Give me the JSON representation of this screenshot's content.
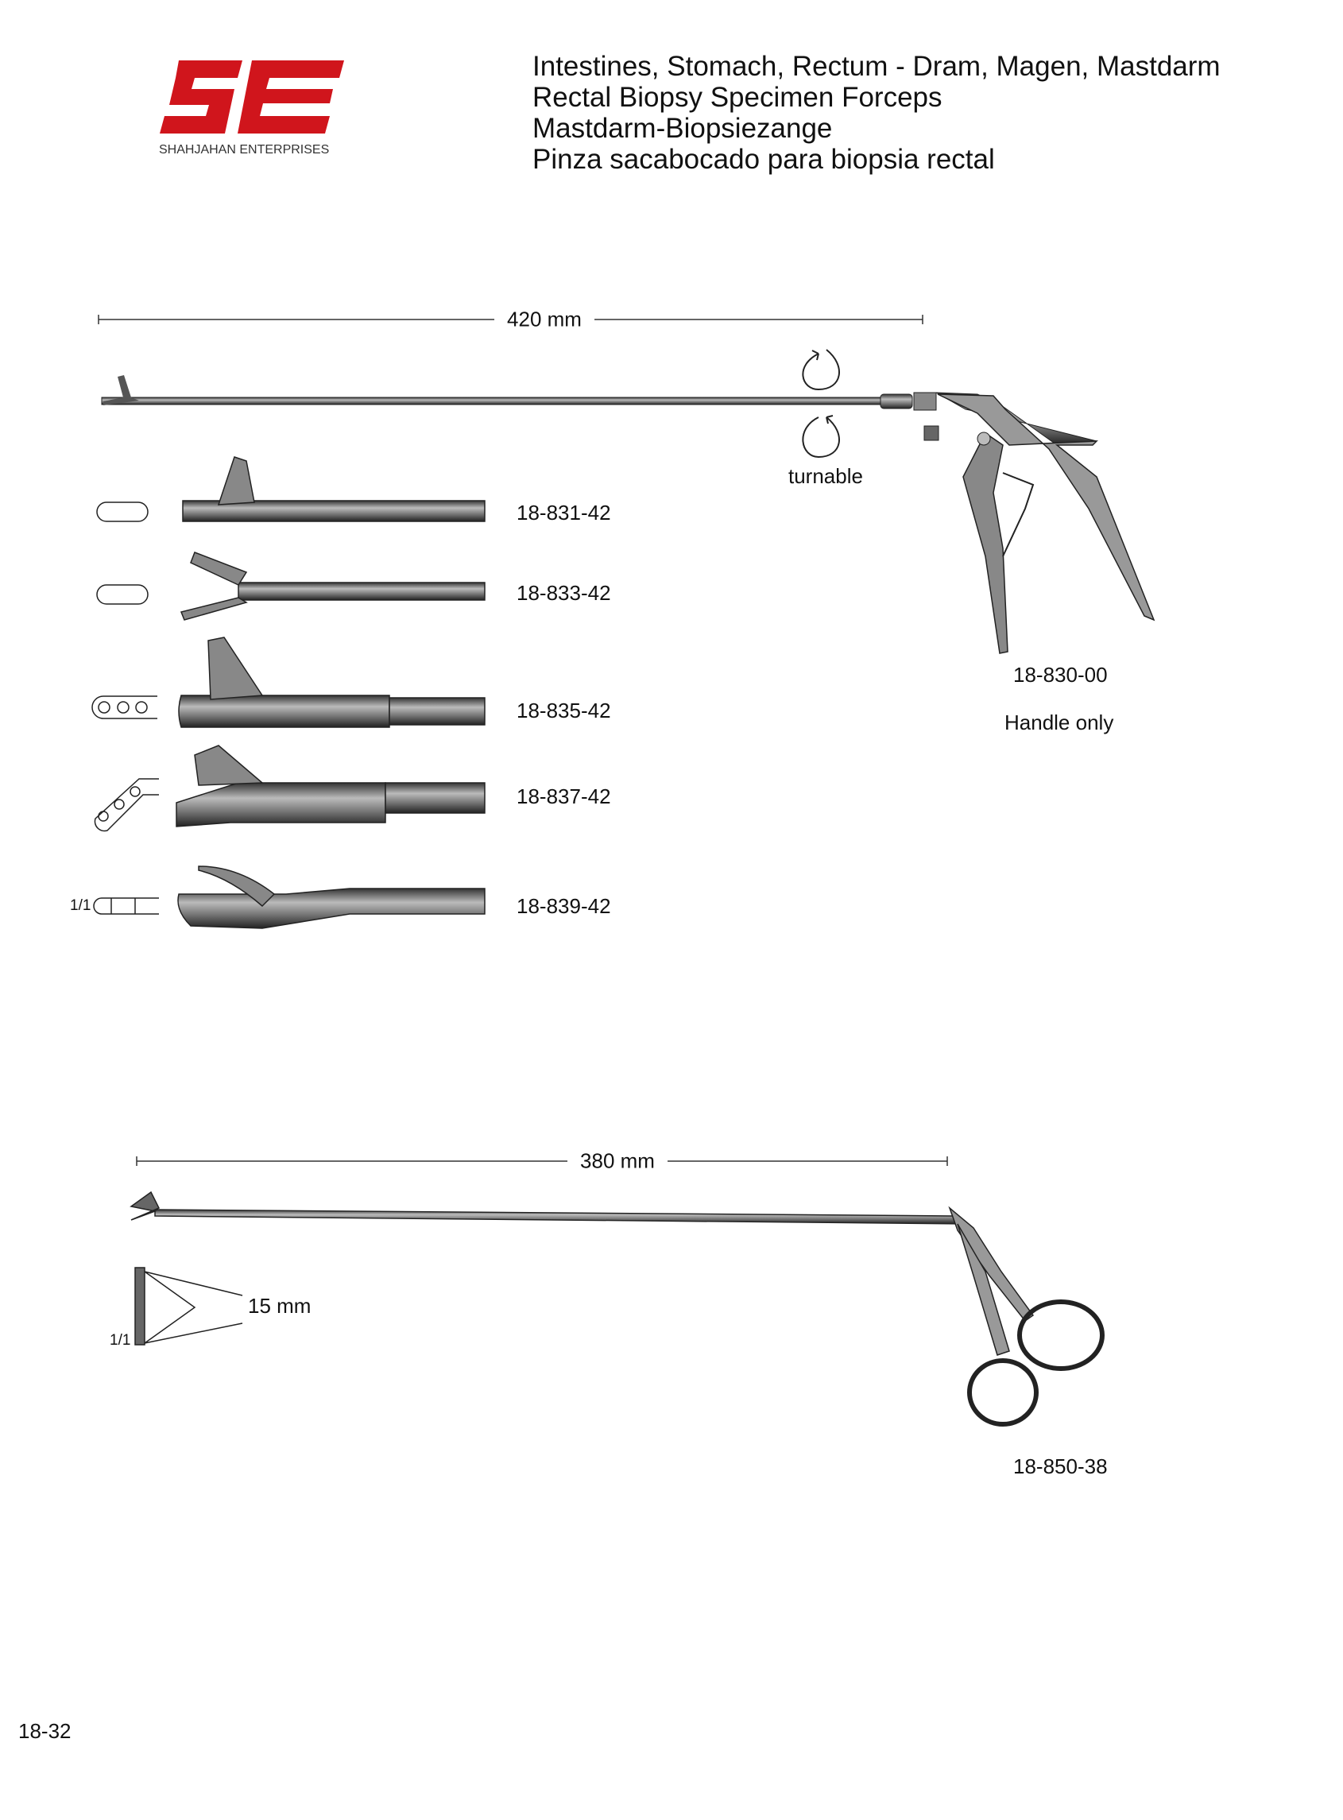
{
  "logo": {
    "brand_text": "SHAHJAHAN ENTERPRISES",
    "mark": "SE",
    "color": "#d0151c"
  },
  "header": {
    "lines": [
      "Intestines, Stomach, Rectum  -  Dram, Magen, Mastdarm",
      "Rectal Biopsy Specimen Forceps",
      "Mastdarm-Biopsiezange",
      "Pinza sacabocado para biopsia rectal"
    ]
  },
  "instrument_1": {
    "length_label": "420 mm",
    "turnable_label": "turnable",
    "handle_code": "18-830-00",
    "handle_note": "Handle only",
    "tips": [
      {
        "code": "18-831-42",
        "profile": "oval"
      },
      {
        "code": "18-833-42",
        "profile": "oval"
      },
      {
        "code": "18-835-42",
        "profile": "three-holes"
      },
      {
        "code": "18-837-42",
        "profile": "three-holes-angled"
      },
      {
        "code": "18-839-42",
        "profile": "spoon",
        "scale": "1/1"
      }
    ]
  },
  "instrument_2": {
    "length_label": "380 mm",
    "jaw_label": "15 mm",
    "scale": "1/1",
    "code": "18-850-38"
  },
  "page_number": "18-32"
}
